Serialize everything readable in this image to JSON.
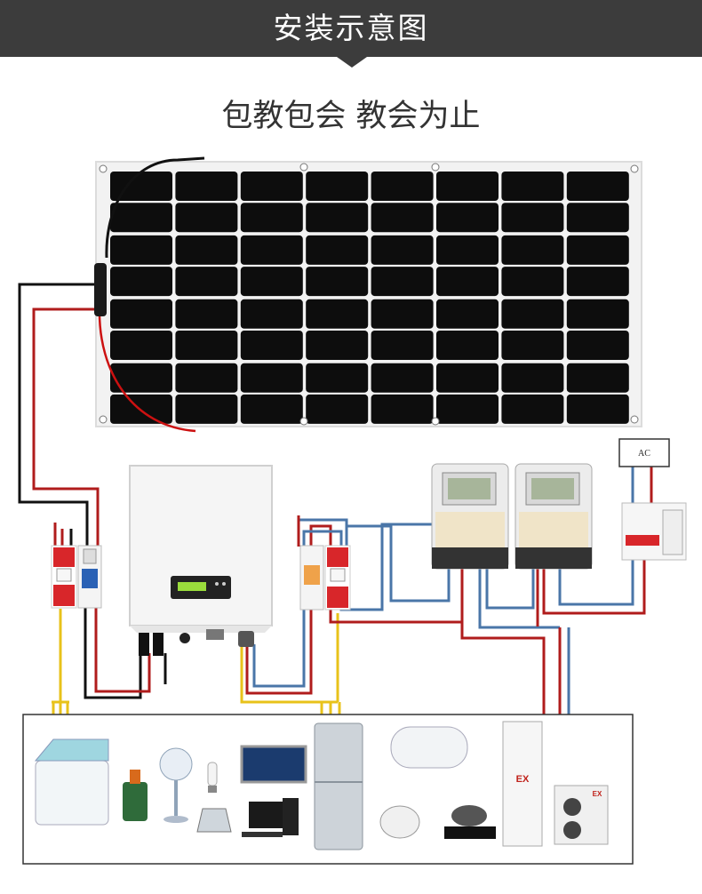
{
  "header": {
    "title": "安装示意图"
  },
  "subtitle": "包教包会 教会为止",
  "grid_box": {
    "label": "AC"
  },
  "appliance_labels": {
    "air_conditioner": "EX",
    "outdoor_unit": "EX"
  },
  "colors": {
    "header_bg": "#3c3c3c",
    "panel_cell": "#0d0d0d",
    "wire_red": "#b01c1c",
    "wire_black": "#111111",
    "wire_blue": "#4a76a8",
    "wire_yellow": "#e8c21a",
    "breaker_red": "#d8262a"
  }
}
